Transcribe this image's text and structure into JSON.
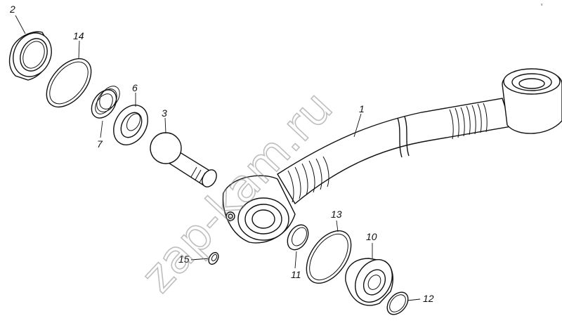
{
  "watermark": "zap-kam.ru",
  "corner_mark": "v",
  "callouts": {
    "p1": "1",
    "p2": "2",
    "p3": "3",
    "p6": "6",
    "p7": "7",
    "p10": "10",
    "p11": "11",
    "p12": "12",
    "p13": "13",
    "p14": "14",
    "p15": "15"
  }
}
